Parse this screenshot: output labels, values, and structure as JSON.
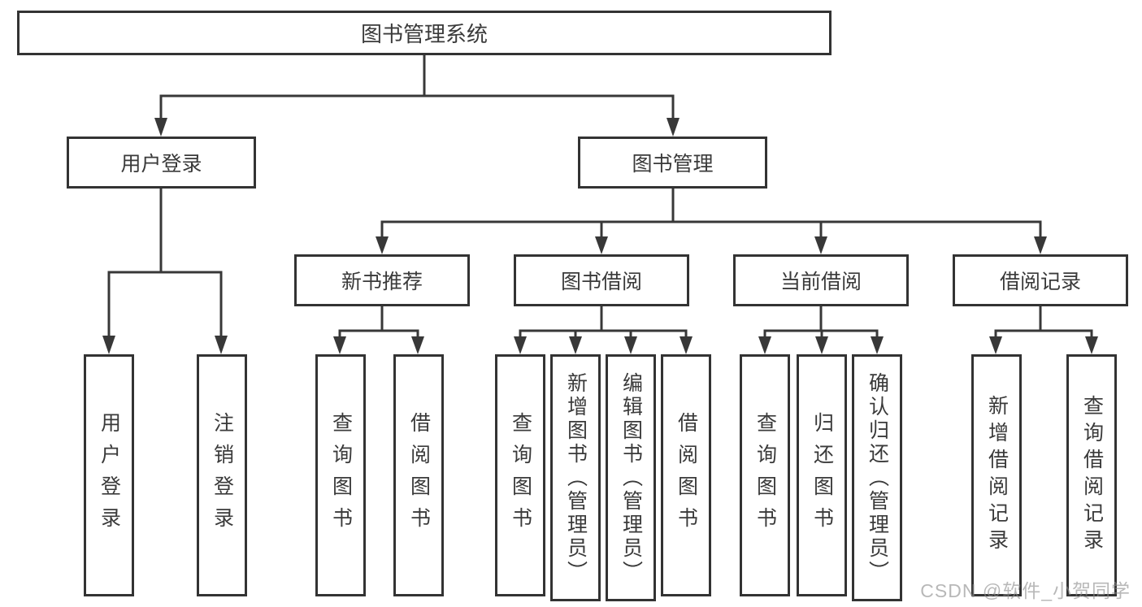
{
  "diagram_type": "hierarchy-tree",
  "colors": {
    "background": "#ffffff",
    "line": "#383838",
    "border": "#333333",
    "text": "#3a3a3a",
    "watermark": "#8c8c8c"
  },
  "tree": {
    "root": {
      "label": "图书管理系统"
    },
    "branches": [
      {
        "label": "用户登录",
        "children": [
          {
            "label": "用户登录"
          },
          {
            "label": "注销登录"
          }
        ]
      },
      {
        "label": "图书管理",
        "children": [
          {
            "label": "新书推荐",
            "children": [
              {
                "label": "查询图书"
              },
              {
                "label": "借阅图书"
              }
            ]
          },
          {
            "label": "图书借阅",
            "children": [
              {
                "label": "查询图书"
              },
              {
                "label": "新增图书（管理员）"
              },
              {
                "label": "编辑图书（管理员）"
              },
              {
                "label": "借阅图书"
              }
            ]
          },
          {
            "label": "当前借阅",
            "children": [
              {
                "label": "查询图书"
              },
              {
                "label": "归还图书"
              },
              {
                "label": "确认归还（管理员）"
              }
            ]
          },
          {
            "label": "借阅记录",
            "children": [
              {
                "label": "新增借阅记录"
              },
              {
                "label": "查询借阅记录"
              }
            ]
          }
        ]
      }
    ]
  },
  "watermark": {
    "text": "CSDN @软件_小贺同学"
  }
}
